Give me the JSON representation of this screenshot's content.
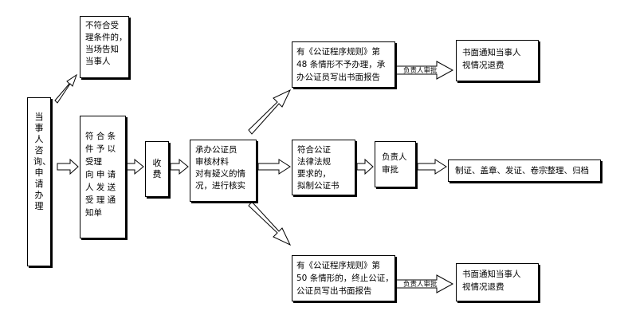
{
  "left_box": {
    "text": "当事人咨询、申请办理"
  },
  "reject_box": {
    "lines": [
      "不符合受",
      "理条件的，",
      "当场告知",
      "当事人"
    ]
  },
  "accept_box": {
    "col1": "符合条件",
    "col1b": "予以受理",
    "rows": [
      "向申请",
      "人发送",
      "受理通",
      "知单"
    ],
    "lines": [
      "符 合 条",
      "件 予 以",
      "受理",
      "向 申 请",
      "人 发 送",
      "受 理 通",
      "知单"
    ]
  },
  "fee_box": {
    "text": "收费"
  },
  "review_box": {
    "lines": [
      "承办公证员",
      "审核材料",
      "对有疑义的情",
      "况，进行核实"
    ]
  },
  "rule48_box": {
    "lines": [
      "有《公证程序规则》第",
      "48 条情形不予办理，承",
      "办公证员写出书面报告"
    ]
  },
  "compliant_box": {
    "lines": [
      "符合公证",
      "法律法规",
      "要求的，",
      "拟制公证书"
    ]
  },
  "rule50_box": {
    "lines": [
      "有《公证程序规则》第",
      "50 条情形的，终止公证，",
      "公证员写出书面报告"
    ]
  },
  "approval_box": {
    "lines": [
      "负责人",
      "审批"
    ]
  },
  "notify_top": {
    "lines": [
      "书面通知当事人",
      "视情况退费"
    ]
  },
  "notify_bottom": {
    "lines": [
      "书面通知当事人",
      "视情况退费"
    ]
  },
  "final_box": {
    "text": "制证、盖章、发证、卷宗整理、归档"
  },
  "arrow_labels": {
    "top": "负责人审批",
    "bottom": "负责人审批"
  }
}
